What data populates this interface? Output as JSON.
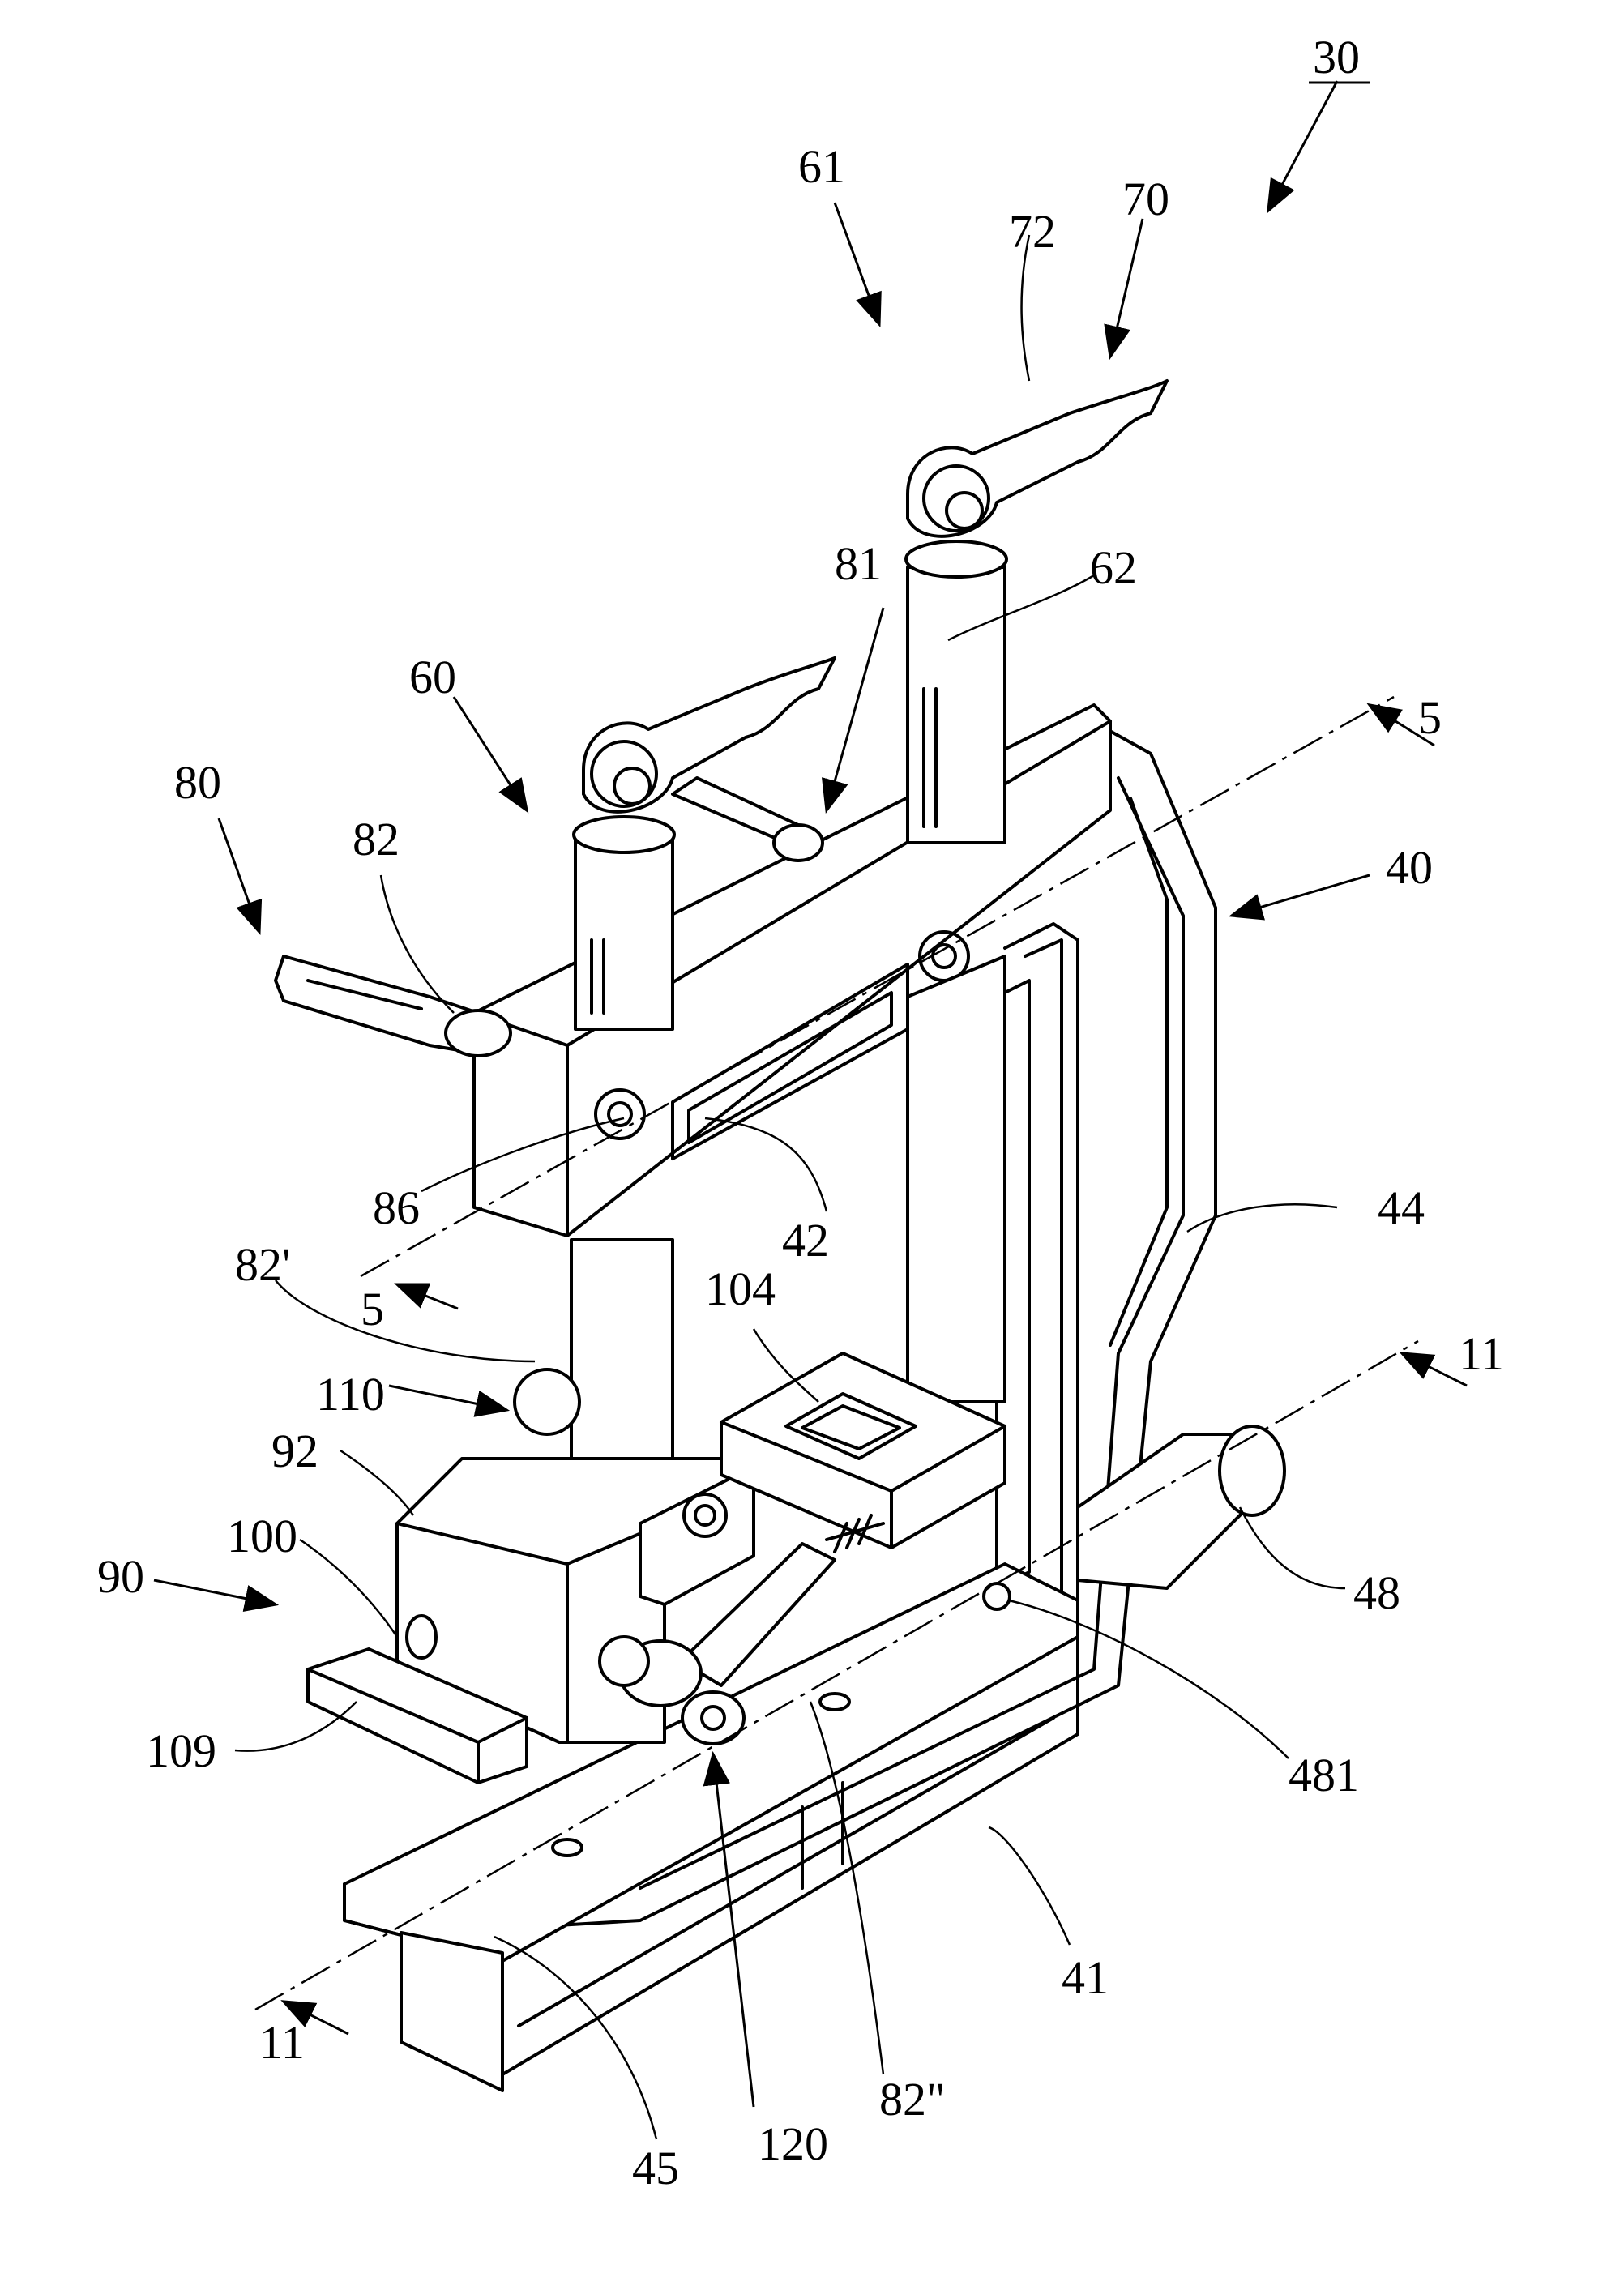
{
  "figure": {
    "assembly_ref": "30",
    "labels": {
      "l30": "30",
      "l61": "61",
      "l72": "72",
      "l70": "70",
      "l81": "81",
      "l62": "62",
      "l60": "60",
      "l80": "80",
      "l82": "82",
      "l5a": "5",
      "l40": "40",
      "l86": "86",
      "l42": "42",
      "l44": "44",
      "l82p": "82'",
      "l5b": "5",
      "l104": "104",
      "l11a": "11",
      "l110": "110",
      "l92": "92",
      "l100": "100",
      "l90": "90",
      "l48": "48",
      "l109": "109",
      "l481": "481",
      "l41": "41",
      "l11b": "11",
      "l82pp": "82\"",
      "l120": "120",
      "l45": "45"
    }
  }
}
